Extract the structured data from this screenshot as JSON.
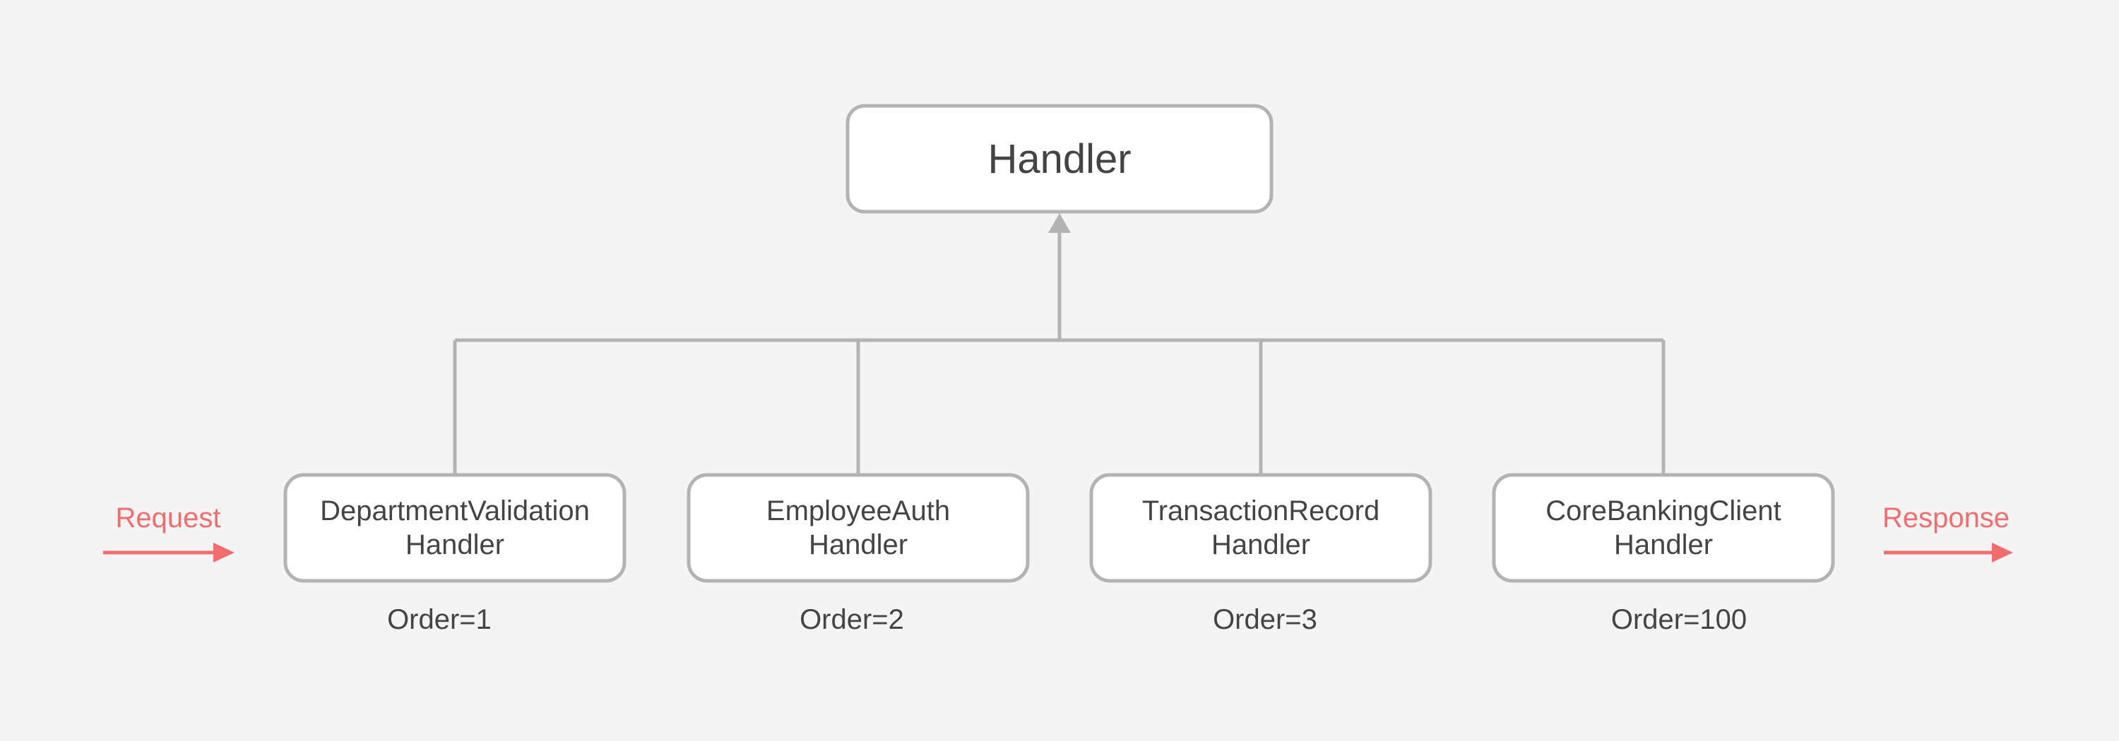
{
  "colors": {
    "background": "#f4f4f4",
    "node_fill": "#ffffff",
    "node_border": "#b3b3b3",
    "text": "#444444",
    "flow_accent": "#f26d6d"
  },
  "root": {
    "label": "Handler"
  },
  "handlers": [
    {
      "line1": "DepartmentValidation",
      "line2": "Handler",
      "order": "Order=1"
    },
    {
      "line1": "EmployeeAuth",
      "line2": "Handler",
      "order": "Order=2"
    },
    {
      "line1": "TransactionRecord",
      "line2": "Handler",
      "order": "Order=3"
    },
    {
      "line1": "CoreBankingClient",
      "line2": "Handler",
      "order": "Order=100"
    }
  ],
  "flow": {
    "request_label": "Request",
    "response_label": "Response"
  }
}
